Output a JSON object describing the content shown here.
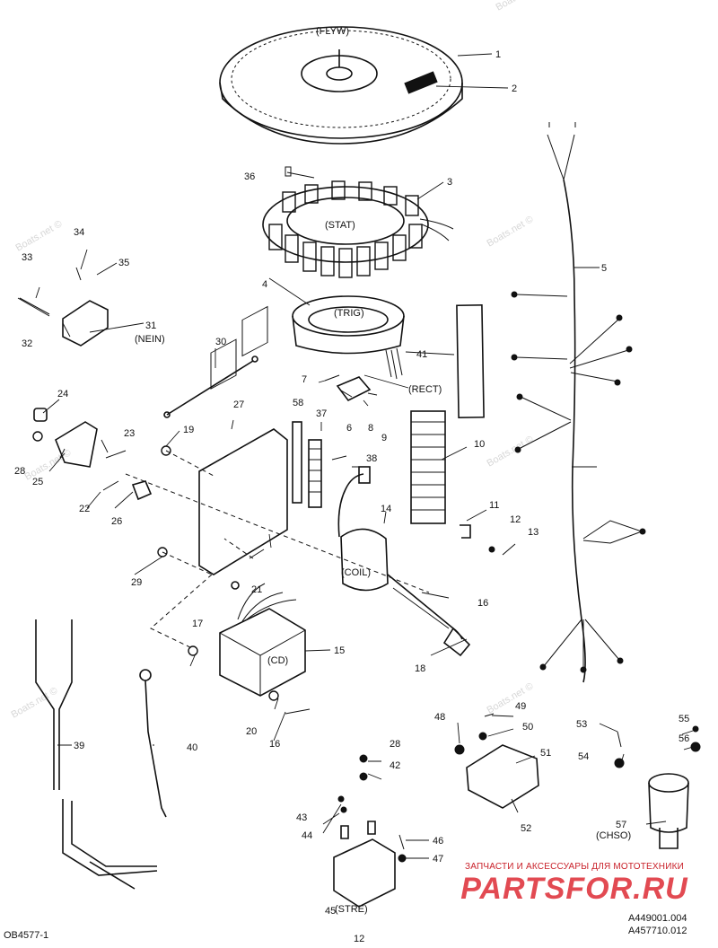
{
  "watermark_text": "Boats.net ©",
  "labels": {
    "flyw": "(FLYW)",
    "stat": "(STAT)",
    "trig": "(TRIG)",
    "rect": "(RECT)",
    "nein": "(NEIN)",
    "coil": "(COIL)",
    "cd": "(CD)",
    "chso": "(CHSO)",
    "stre": "(STRE)"
  },
  "part_numbers": [
    "1",
    "2",
    "3",
    "4",
    "5",
    "6",
    "7",
    "8",
    "9",
    "10",
    "11",
    "12",
    "13",
    "14",
    "15",
    "16",
    "16",
    "17",
    "18",
    "19",
    "20",
    "21",
    "22",
    "23",
    "24",
    "25",
    "26",
    "27",
    "28",
    "28",
    "29",
    "30",
    "31",
    "32",
    "33",
    "34",
    "35",
    "36",
    "37",
    "38",
    "39",
    "40",
    "41",
    "42",
    "43",
    "44",
    "45",
    "46",
    "47",
    "48",
    "49",
    "50",
    "51",
    "52",
    "53",
    "54",
    "55",
    "56",
    "57",
    "58"
  ],
  "footer": {
    "left_code": "OB4577-1",
    "page_number": "12",
    "ref_1": "A449001.004",
    "ref_2": "A457710.012"
  },
  "banner": {
    "tagline": "ЗАПЧАСТИ И АКСЕССУАРЫ ДЛЯ МОТОТЕХНИКИ",
    "brand": "PARTSFOR.RU",
    "brand_color": "#e24a52"
  }
}
